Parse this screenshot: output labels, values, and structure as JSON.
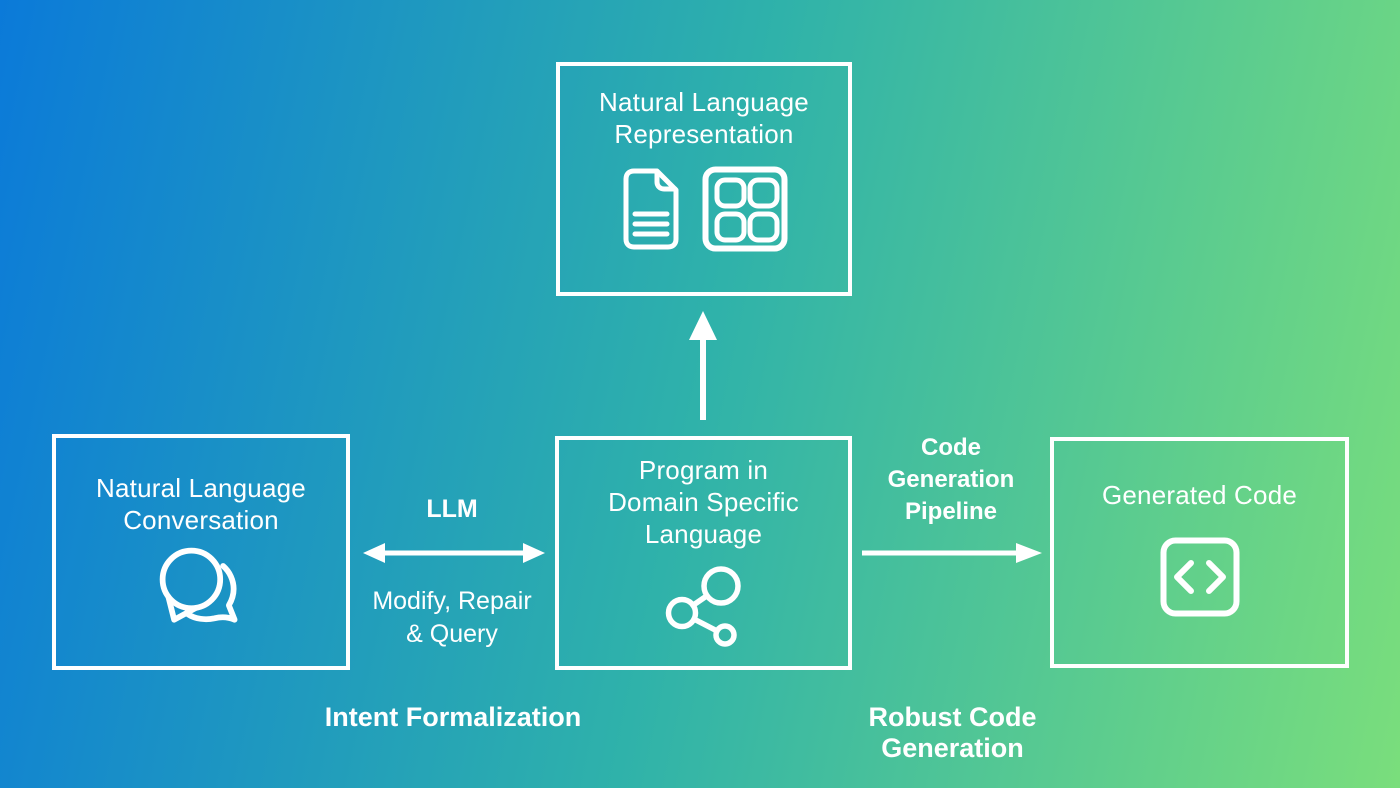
{
  "background": {
    "gradient_start": "#0b7ad9",
    "gradient_mid": "#2fb2aa",
    "gradient_end": "#7ade7c",
    "foreground": "#ffffff"
  },
  "boxes": {
    "nl_representation": {
      "title_line1": "Natural Language",
      "title_line2": "Representation",
      "icons": [
        "document-icon",
        "grid-icon"
      ]
    },
    "nl_conversation": {
      "title_line1": "Natural Language",
      "title_line2": "Conversation",
      "icon": "chat-bubbles-icon"
    },
    "dsl_program": {
      "title_line1": "Program in",
      "title_line2": "Domain Specific",
      "title_line3": "Language",
      "icon": "molecule-icon"
    },
    "generated_code": {
      "title": "Generated Code",
      "icon": "code-brackets-icon"
    }
  },
  "connectors": {
    "llm": {
      "arrow": "double-headed-horizontal",
      "label_top": "LLM",
      "label_bottom_line1": "Modify, Repair",
      "label_bottom_line2": "& Query"
    },
    "code_generation": {
      "arrow": "right",
      "label_line1": "Code",
      "label_line2": "Generation",
      "label_line3": "Pipeline"
    },
    "to_representation": {
      "arrow": "up"
    }
  },
  "captions": {
    "left": "Intent Formalization",
    "right": "Robust Code Generation"
  }
}
